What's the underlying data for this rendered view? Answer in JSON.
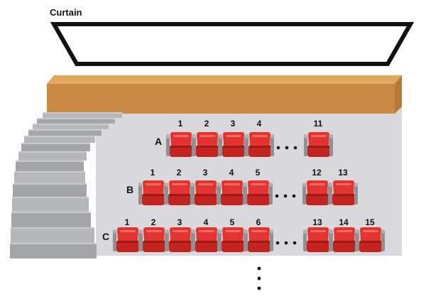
{
  "curtain_label": "Curtain",
  "rows": [
    {
      "label": "A",
      "seats": [
        {
          "n": "1"
        },
        {
          "n": "2"
        },
        {
          "n": "3"
        },
        {
          "n": "4"
        },
        {
          "gap": "..."
        },
        {
          "n": "11"
        }
      ]
    },
    {
      "label": "B",
      "seats": [
        {
          "n": "1"
        },
        {
          "n": "2"
        },
        {
          "n": "3"
        },
        {
          "n": "4"
        },
        {
          "n": "5"
        },
        {
          "gap": "..."
        },
        {
          "n": "12"
        },
        {
          "n": "13"
        }
      ]
    },
    {
      "label": "C",
      "seats": [
        {
          "n": "1"
        },
        {
          "n": "2"
        },
        {
          "n": "3"
        },
        {
          "n": "4"
        },
        {
          "n": "5"
        },
        {
          "n": "6"
        },
        {
          "gap": "..."
        },
        {
          "n": "13"
        },
        {
          "n": "14"
        },
        {
          "n": "15"
        }
      ]
    }
  ],
  "more_rows_indicator": "vertical-ellipsis",
  "colors": {
    "curtain_frame": "#111111",
    "stage": "#c98a45",
    "stage_front": "#d2954f",
    "floor": "#d9d9db",
    "seat_red": "#e2332f",
    "seat_dark": "#b21f1f",
    "seat_metal": "#9a9a9a",
    "stairs": "#a9abae"
  }
}
